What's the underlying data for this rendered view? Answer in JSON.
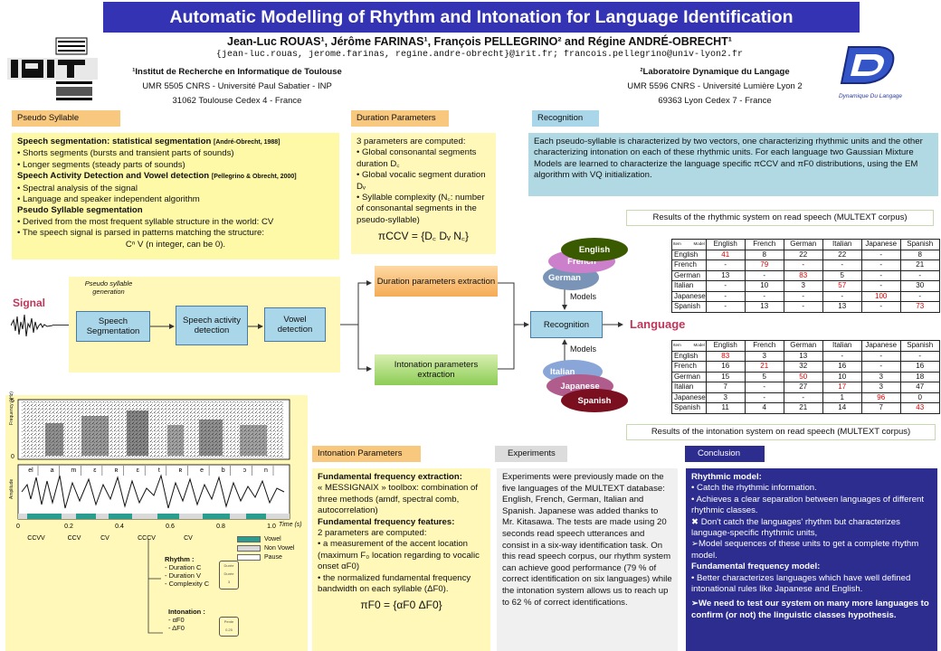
{
  "header": {
    "title": "Automatic Modelling of Rhythm and Intonation for Language Identification",
    "authors": "Jean-Luc ROUAS¹, Jérôme FARINAS¹, François PELLEGRINO² and Régine ANDRÉ-OBRECHT¹",
    "emails": "{jean-luc.rouas, jerome.farinas, regine.andre-obrecht}@irit.fr; francois.pellegrino@univ-lyon2.fr"
  },
  "affiliations": [
    {
      "name": "¹Institut de Recherche en Informatique de Toulouse",
      "line2": "UMR 5505 CNRS - Université Paul Sabatier - INP",
      "line3": "31062 Toulouse Cedex 4 - France"
    },
    {
      "name": "²Laboratoire Dynamique du Langage",
      "line2": "UMR 5596 CNRS - Université Lumière Lyon 2",
      "line3": "69363 Lyon Cedex 7 - France"
    }
  ],
  "logos": {
    "ddl": "Dynamique Du Langage"
  },
  "sections": {
    "pseudo": "Pseudo Syllable",
    "duration": "Duration Parameters",
    "recognition": "Recognition",
    "intonation": "Intonation Parameters",
    "experiments": "Experiments",
    "conclusion": "Conclusion"
  },
  "pseudo_panel": {
    "h1": "Speech segmentation: statistical segmentation",
    "h1_ref": "[André-Obrecht, 1988]",
    "b1": "• Shorts segments (bursts and transient parts of sounds)",
    "b2": "• Longer segments (steady parts of sounds)",
    "h2": "Speech Activity Detection and Vowel detection",
    "h2_ref": "[Pellegrino & Obrecht, 2000]",
    "b3": "• Spectral analysis of the signal",
    "b4": "• Language and speaker independent algorithm",
    "h3": "Pseudo Syllable segmentation",
    "b5": "• Derived from the most frequent syllable structure in the world: CV",
    "b6": "• The speech signal is parsed in patterns matching the structure:",
    "b7": "Cⁿ V (n integer, can be 0)."
  },
  "duration_panel": {
    "l1": "3 parameters are computed:",
    "l2": "• Global consonantal segments duration D꜀",
    "l3": "• Global vocalic segment duration Dᵥ",
    "l4": "• Syllable complexity (N꜀: number of consonantal segments in the pseudo-syllable)",
    "formula": "πCCV = {D꜀ Dᵥ N꜀}"
  },
  "recognition_panel": {
    "text": "Each pseudo-syllable is characterized by two vectors, one characterizing rhythmic units and the other characterizing intonation on each of these rhythmic units. For each language two Gaussian Mixture Models are learned to characterize the language specific πCCV and πF0 distributions, using the EM algorithm with VQ initialization."
  },
  "diagram": {
    "signal": "Signal",
    "pseudo_gen": "Pseudo syllable generation",
    "seg": "Speech Segmentation",
    "sad": "Speech activity detection",
    "vowel": "Vowel detection",
    "dur_ext": "Duration parameters extraction",
    "int_ext": "Intonation parameters extraction",
    "recog": "Recognition",
    "language": "Language",
    "models_top": "Models",
    "models_bottom": "Models",
    "langs_top": [
      "English",
      "French",
      "German"
    ],
    "langs_bottom": [
      "Italian",
      "Japanese",
      "Spanish"
    ]
  },
  "results": {
    "rhythm_caption": "Results of the rhythmic system on read speech (MULTEXT corpus)",
    "intonation_caption": "Results of the intonation system on read speech (MULTEXT corpus)",
    "corner_top": "Item",
    "corner_bottom": "Model",
    "columns": [
      "English",
      "French",
      "German",
      "Italian",
      "Japanese",
      "Spanish"
    ],
    "rhythm_rows": [
      {
        "label": "English",
        "cells": [
          "41",
          "8",
          "22",
          "22",
          "-",
          "8"
        ]
      },
      {
        "label": "French",
        "cells": [
          "-",
          "79",
          "-",
          "-",
          "-",
          "21"
        ]
      },
      {
        "label": "German",
        "cells": [
          "13",
          "-",
          "83",
          "5",
          "-",
          "-"
        ]
      },
      {
        "label": "Italian",
        "cells": [
          "-",
          "10",
          "3",
          "57",
          "-",
          "30"
        ]
      },
      {
        "label": "Japanese",
        "cells": [
          "-",
          "-",
          "-",
          "-",
          "100",
          "-"
        ]
      },
      {
        "label": "Spanish",
        "cells": [
          "-",
          "13",
          "-",
          "13",
          "-",
          "73"
        ]
      }
    ],
    "intonation_rows": [
      {
        "label": "English",
        "cells": [
          "83",
          "3",
          "13",
          "-",
          "-",
          "-"
        ]
      },
      {
        "label": "French",
        "cells": [
          "16",
          "21",
          "32",
          "16",
          "-",
          "16"
        ]
      },
      {
        "label": "German",
        "cells": [
          "15",
          "5",
          "50",
          "10",
          "3",
          "18"
        ]
      },
      {
        "label": "Italian",
        "cells": [
          "7",
          "-",
          "27",
          "17",
          "3",
          "47"
        ]
      },
      {
        "label": "Japanese",
        "cells": [
          "3",
          "-",
          "-",
          "1",
          "96",
          "0"
        ]
      },
      {
        "label": "Spanish",
        "cells": [
          "11",
          "4",
          "21",
          "14",
          "7",
          "43"
        ]
      }
    ]
  },
  "figure": {
    "phonemes": [
      "el",
      "a",
      "m",
      "ɛ",
      "ʀ",
      "ɛ",
      "t",
      "ʀ",
      "e",
      "b",
      "ɔ",
      "n"
    ],
    "time_ticks": [
      "0",
      "0.2",
      "0.4",
      "0.6",
      "0.8",
      "1.0"
    ],
    "time_label": "Time (s)",
    "freq_label": "Frequency (kHz)",
    "freq_top": "5",
    "freq_bottom": "0",
    "amp_label": "Amplitude",
    "patterns": [
      "CCVV",
      "CCV",
      "CV",
      "CCCV",
      "CV"
    ],
    "legend": [
      "Vowel",
      "Non Vowel",
      "Pause"
    ],
    "rhythm_title": "Rhythm :",
    "rhythm_items": [
      "- Duration C",
      "- Duration V",
      "- Complexity C"
    ],
    "intonation_title": "Intonation :",
    "intonation_items": [
      "- αF0",
      "- ΔF0"
    ],
    "box1": [
      "Durée",
      "Durée",
      "3"
    ],
    "box2": [
      "Pente",
      "0.25"
    ]
  },
  "intonation_panel": {
    "h1": "Fundamental frequency extraction:",
    "p1": "« MESSIGNAIX » toolbox: combination of three methods (amdf, spectral comb, autocorrelation)",
    "h2": "Fundamental frequency features:",
    "p2": "2 parameters are computed:",
    "b1": "• a measurement of the accent location (maximum F₀ location regarding to vocalic onset αF0)",
    "b2": "• the normalized fundamental frequency bandwidth on each syllable (ΔF0).",
    "formula": "πF0 = {αF0 ΔF0}"
  },
  "experiments_panel": {
    "text": "Experiments were previously made on the five languages of the MULTEXT database: English, French, German, Italian and Spanish. Japanese was added thanks to Mr. Kitasawa. The tests are made using 20 seconds read speech utterances and consist in a six-way identification task. On this read speech corpus, our rhythm system can achieve good performance (79 % of correct identification on six languages) while the intonation system allows us to reach up to 62 % of correct identifications."
  },
  "conclusion_panel": {
    "h1": "Rhythmic model:",
    "b1": "• Catch the rhythmic information.",
    "b2": "• Achieves a clear separation between languages of different rhythmic classes.",
    "b3": "✖ Don't catch the languages' rhythm but characterizes language-specific rhythmic units,",
    "b4": "➢Model sequences of these units to get a complete rhythm model.",
    "h2": "Fundamental frequency model:",
    "b5": "• Better characterizes languages which have well defined intonational rules like Japanese and English.",
    "b6": "➢We need to test our system on many more languages to confirm (or not) the linguistic classes hypothesis."
  },
  "colors": {
    "title_bg": "#3333b3",
    "highlight": "#e00000",
    "english": "#3a5a00",
    "french": "#cc80cc",
    "german": "#7a94b8",
    "italian": "#8aa6d8",
    "japanese": "#b05c8c",
    "spanish": "#7a0f1f"
  }
}
